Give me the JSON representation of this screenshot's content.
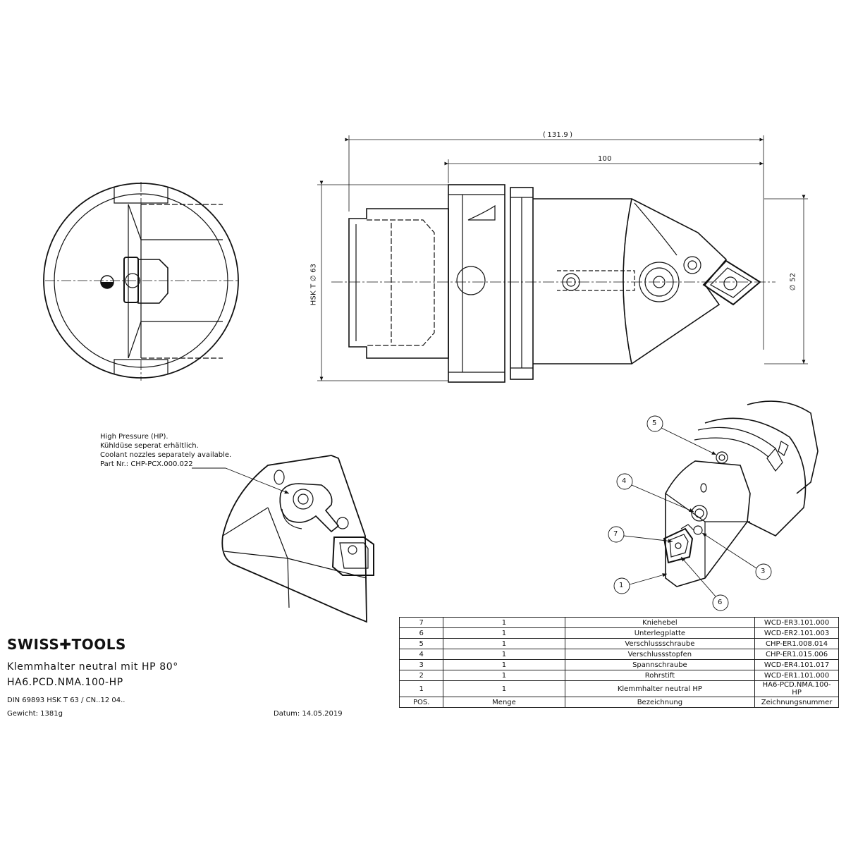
{
  "dimensions": {
    "total_length": "131.9",
    "length": "100",
    "diameter_shank": "HSK T ∅ 63",
    "diameter_head": "∅ 52"
  },
  "note": {
    "line1": "High Pressure (HP).",
    "line2": "Kühldüse seperat erhältlich.",
    "line3": "Coolant nozzles separately available.",
    "line4": "Part Nr.: CHP-PCX.000.022"
  },
  "brand": {
    "logo_text": "SWISS✚TOOLS"
  },
  "titleblock": {
    "title": "Klemmhalter neutral mit HP 80°",
    "part_number": "HA6.PCD.NMA.100-HP",
    "standard": "DIN 69893 HSK  T 63 / CN..12 04..",
    "weight": "Gewicht: 1381g",
    "date": "Datum: 14.05.2019"
  },
  "callouts": [
    "5",
    "4",
    "7",
    "1",
    "6",
    "3"
  ],
  "bom": {
    "rows": [
      {
        "pos": "7",
        "qty": "1",
        "name": "Kniehebel",
        "number": "WCD-ER3.101.000"
      },
      {
        "pos": "6",
        "qty": "1",
        "name": "Unterlegplatte",
        "number": "WCD-ER2.101.003"
      },
      {
        "pos": "5",
        "qty": "1",
        "name": "Verschlussschraube",
        "number": "CHP-ER1.008.014"
      },
      {
        "pos": "4",
        "qty": "1",
        "name": "Verschlussstopfen",
        "number": "CHP-ER1.015.006"
      },
      {
        "pos": "3",
        "qty": "1",
        "name": "Spannschraube",
        "number": "WCD-ER4.101.017"
      },
      {
        "pos": "2",
        "qty": "1",
        "name": "Rohrstift",
        "number": "WCD-ER1.101.000"
      },
      {
        "pos": "1",
        "qty": "1",
        "name": "Klemmhalter neutral HP",
        "number": "HA6-PCD.NMA.100-HP"
      }
    ],
    "header": {
      "pos": "POS.",
      "qty": "Menge",
      "name": "Bezeichnung",
      "number": "Zeichnungsnummer"
    }
  }
}
